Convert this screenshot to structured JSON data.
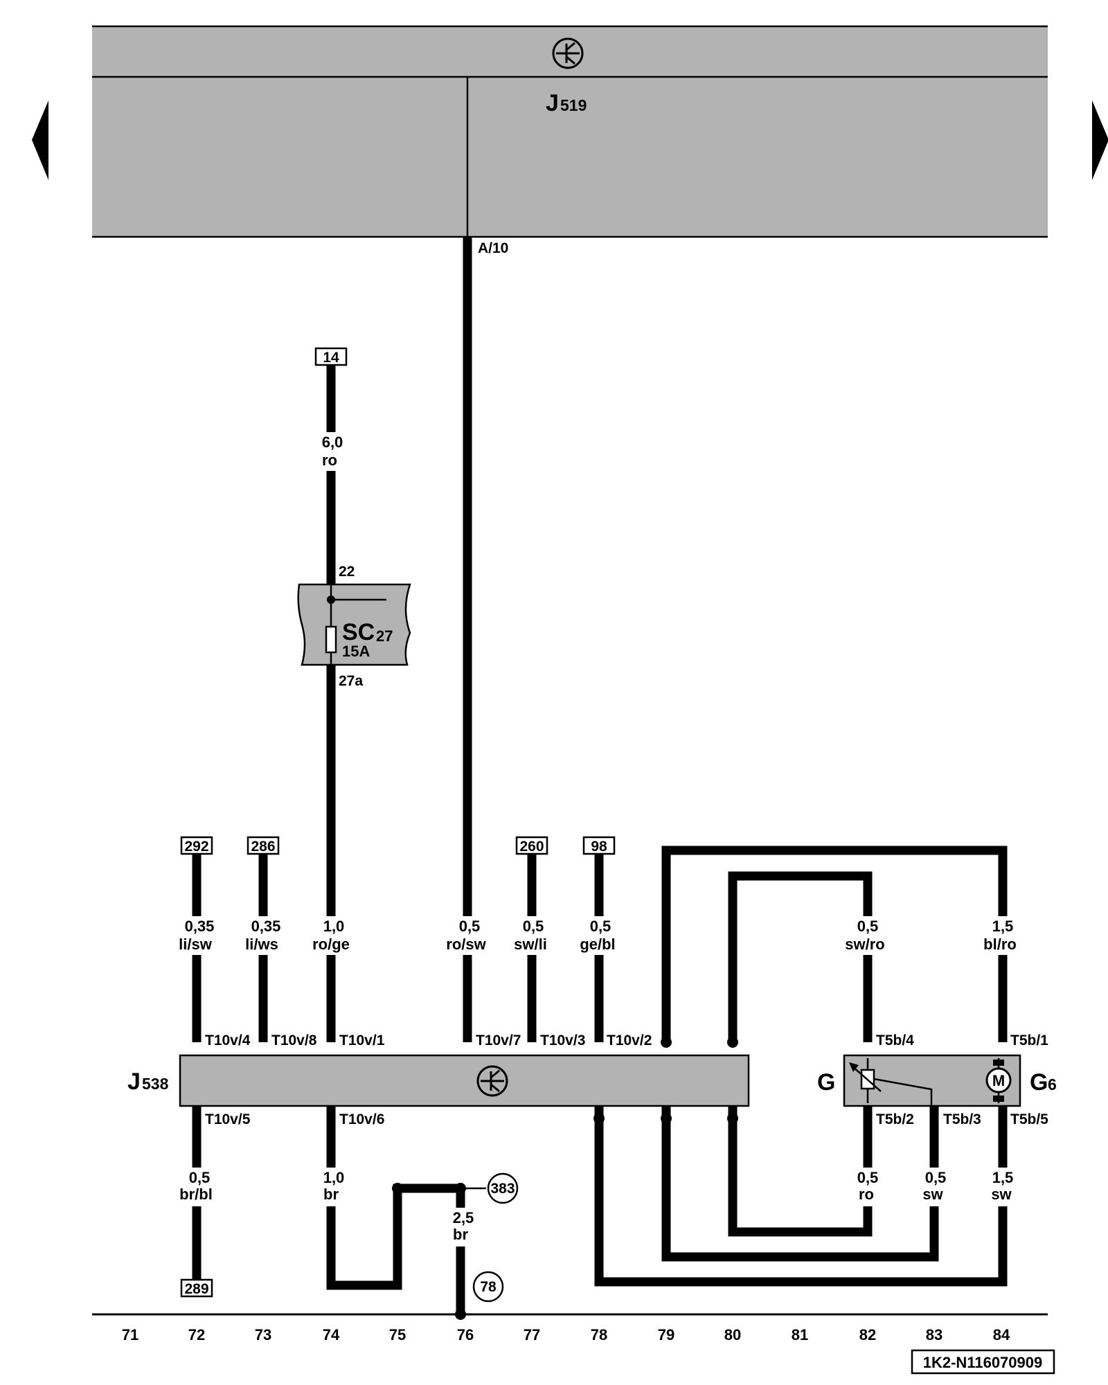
{
  "diagram_id": "1K2-N116070909",
  "navigation": {
    "prev_label": "previous page",
    "next_label": "next page"
  },
  "components": {
    "j519": {
      "letter": "J",
      "index": "519"
    },
    "j538": {
      "letter": "J",
      "index": "538"
    },
    "g": {
      "letter": "G"
    },
    "g6": {
      "letter": "G",
      "index": "6"
    },
    "fuse": {
      "letter": "SC",
      "index": "27",
      "rating": "15A"
    },
    "motor": {
      "symbol": "M"
    }
  },
  "pins": {
    "a10": "A/10",
    "f22": "22",
    "f27a": "27a",
    "t10v4": "T10v/4",
    "t10v8": "T10v/8",
    "t10v1": "T10v/1",
    "t10v7": "T10v/7",
    "t10v3": "T10v/3",
    "t10v2": "T10v/2",
    "t10v5": "T10v/5",
    "t10v6": "T10v/6",
    "t5b4": "T5b/4",
    "t5b1": "T5b/1",
    "t5b2": "T5b/2",
    "t5b3": "T5b/3",
    "t5b5": "T5b/5"
  },
  "wires": {
    "w14": {
      "size": "6,0",
      "color": "ro"
    },
    "w72top": {
      "size": "0,35",
      "color": "li/sw"
    },
    "w73top": {
      "size": "0,35",
      "color": "li/ws"
    },
    "w74top": {
      "size": "1,0",
      "color": "ro/ge"
    },
    "w76top": {
      "size": "0,5",
      "color": "ro/sw"
    },
    "w77top": {
      "size": "0,5",
      "color": "sw/li"
    },
    "w78top": {
      "size": "0,5",
      "color": "ge/bl"
    },
    "w82top": {
      "size": "0,5",
      "color": "sw/ro"
    },
    "w84top": {
      "size": "1,5",
      "color": "bl/ro"
    },
    "w72bot": {
      "size": "0,5",
      "color": "br/bl"
    },
    "w74bot": {
      "size": "1,0",
      "color": "br"
    },
    "w76bot": {
      "size": "2,5",
      "color": "br"
    },
    "w82bot": {
      "size": "0,5",
      "color": "ro"
    },
    "w83bot": {
      "size": "0,5",
      "color": "sw"
    },
    "w84bot": {
      "size": "1,5",
      "color": "sw"
    }
  },
  "references": {
    "ref14": "14",
    "ref292": "292",
    "ref286": "286",
    "ref260": "260",
    "ref98": "98",
    "ref289": "289",
    "ref383": "383",
    "ref78": "78"
  },
  "grid": [
    "71",
    "72",
    "73",
    "74",
    "75",
    "76",
    "77",
    "78",
    "79",
    "80",
    "81",
    "82",
    "83",
    "84"
  ]
}
